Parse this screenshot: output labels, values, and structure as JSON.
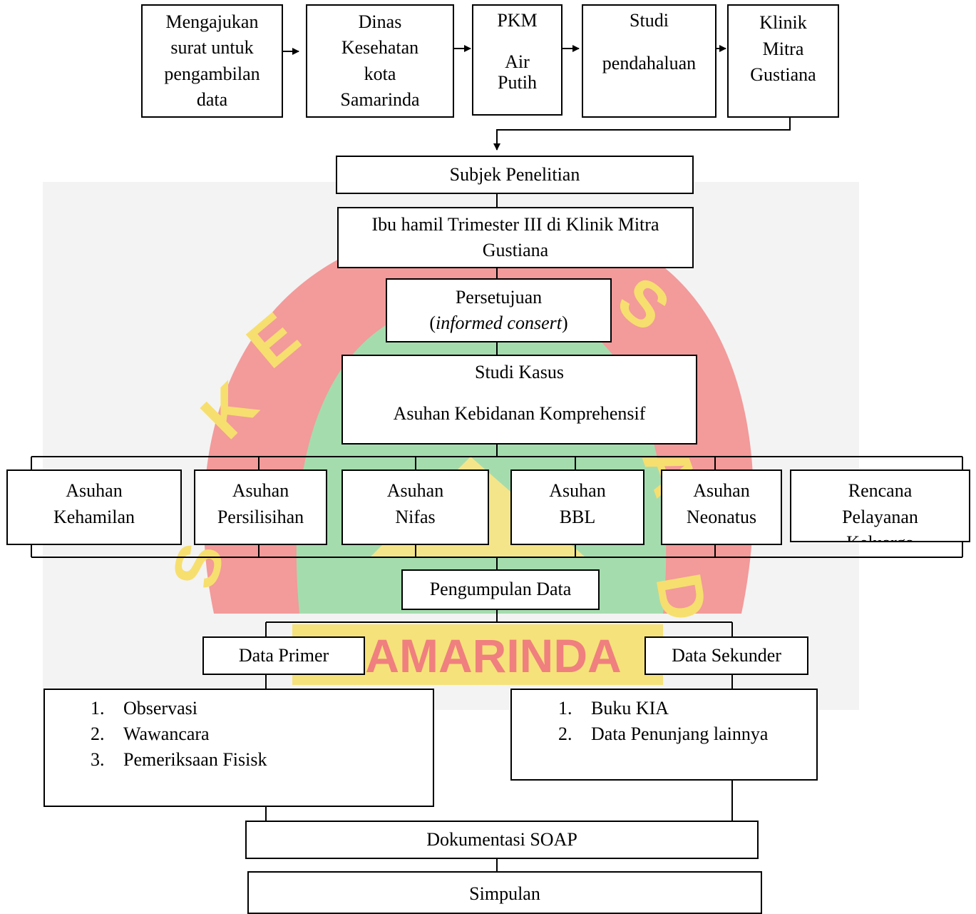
{
  "watermark": {
    "bottom_text": "SAMARINDA"
  },
  "flow": {
    "top_row": [
      "Mengajukan\nsurat untuk\npengambilan\ndata",
      "Dinas\nKesehatan\nkota\nSamarinda",
      "PKM\n\nAir\nPutih",
      "Studi\n\npendahaluan",
      "Klinik\nMitra\nGustiana"
    ],
    "subject": "Subjek Penelitian",
    "population": "Ibu hamil Trimester III di Klinik Mitra\nGustiana",
    "consent_main": "Persetujuan",
    "consent_open": "(",
    "consent_italic": "informed consert",
    "consent_close": ")",
    "case_study": "Studi Kasus\n\nAsuhan Kebidanan Komprehensif",
    "care_types": [
      "Asuhan\nKehamilan",
      "Asuhan\nPersilisihan",
      "Asuhan\nNifas",
      "Asuhan\nBBL",
      "Asuhan\nNeonatus",
      "Rencana\nPelayanan\nKeluarga"
    ],
    "data_collection": "Pengumpulan Data",
    "primary": {
      "title": "Data Primer",
      "items": [
        {
          "num": "1.",
          "text": "Observasi"
        },
        {
          "num": "2.",
          "text": "Wawancara"
        },
        {
          "num": "3.",
          "text": "Pemeriksaan Fisisk"
        }
      ]
    },
    "secondary": {
      "title": "Data Sekunder",
      "items": [
        {
          "num": "1.",
          "text": "Buku KIA"
        },
        {
          "num": "2.",
          "text": "Data Penunjang lainnya"
        }
      ]
    },
    "documentation": "Dokumentasi SOAP",
    "conclusion": "Simpulan"
  },
  "colors": {
    "watermark_red": "#f28b8b",
    "watermark_green": "#9fd8a8",
    "watermark_yellow": "#f3e27a",
    "watermark_gray": "#f0f0f0"
  }
}
